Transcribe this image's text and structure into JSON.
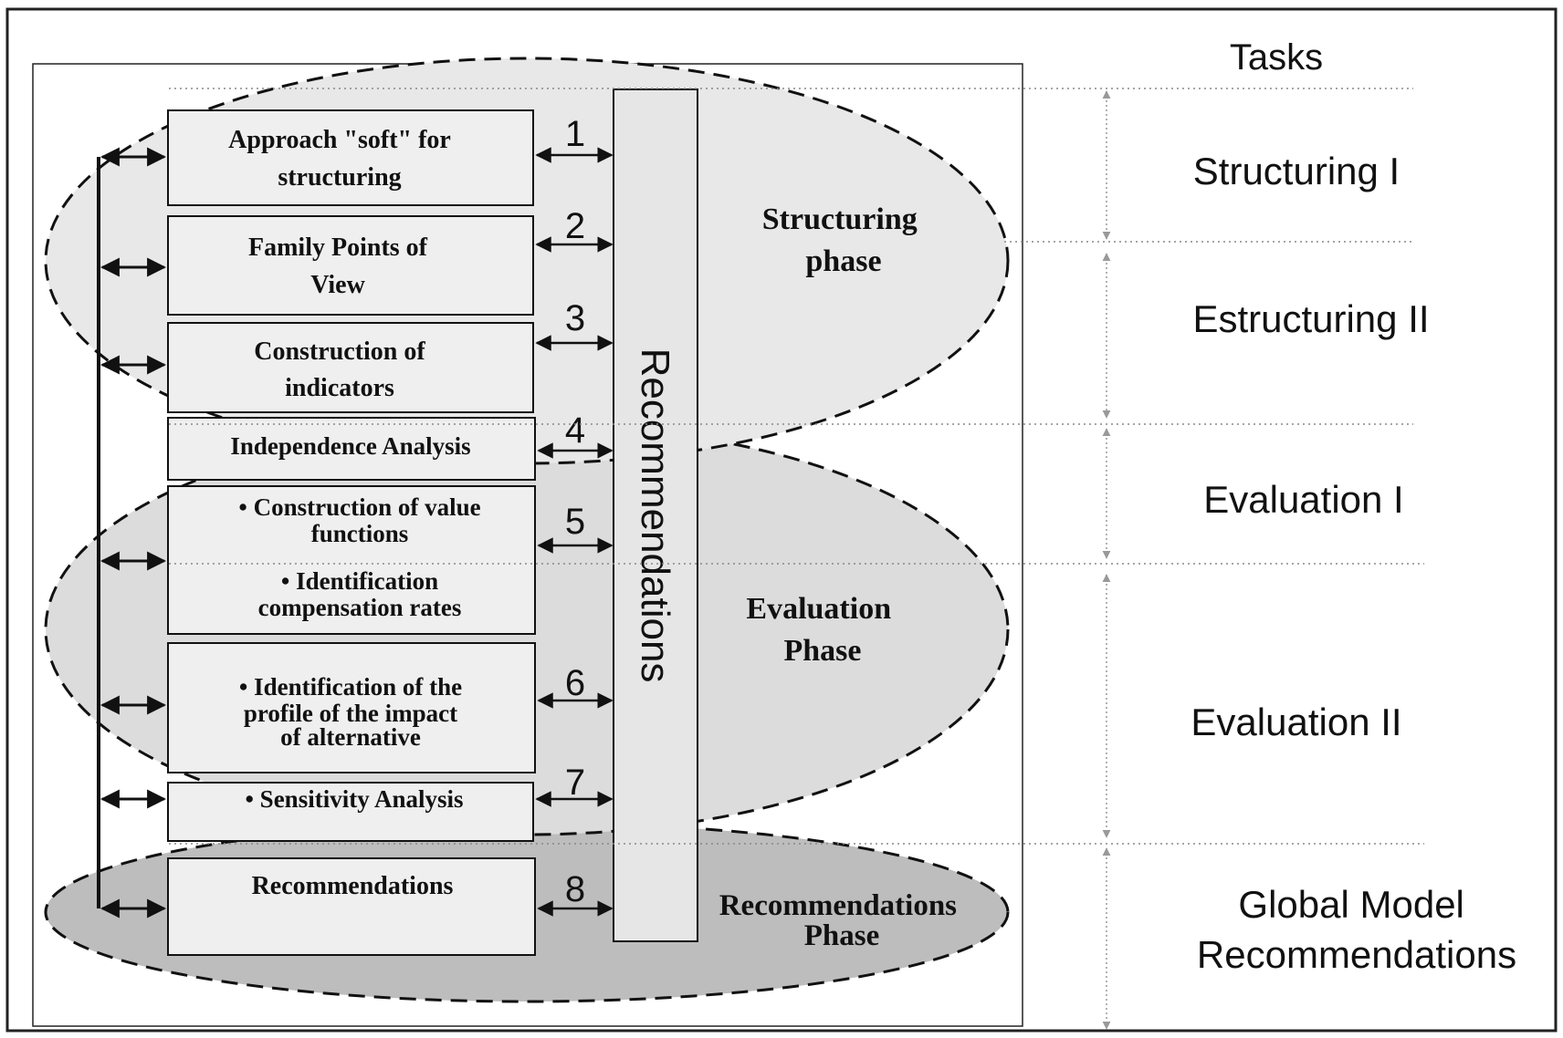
{
  "tasks_header": "Tasks",
  "tasks": [
    {
      "lines": [
        "Structuring I"
      ]
    },
    {
      "lines": [
        "Estructuring II"
      ]
    },
    {
      "lines": [
        "Evaluation I"
      ]
    },
    {
      "lines": [
        "Evaluation II"
      ]
    },
    {
      "lines": [
        "Global Model",
        "Recommendations"
      ]
    }
  ],
  "phases": [
    {
      "lines": [
        "Structuring",
        "phase"
      ]
    },
    {
      "lines": [
        "Evaluation",
        "Phase"
      ]
    },
    {
      "lines": [
        "Recommendations",
        "Phase"
      ]
    }
  ],
  "recommendations_bar": "Recommendations",
  "steps": [
    {
      "lines": [
        "Approach \"soft\" for",
        "structuring"
      ],
      "number": "1"
    },
    {
      "lines": [
        "Family Points of",
        "View"
      ],
      "number": "2"
    },
    {
      "lines": [
        "Construction of",
        "indicators"
      ],
      "number": "3"
    },
    {
      "lines": [
        "Independence Analysis"
      ],
      "number": "4"
    },
    {
      "lines": [
        "• Construction of value",
        "functions",
        "• Identification",
        "compensation rates"
      ],
      "number": "5"
    },
    {
      "lines": [
        "• Identification of the",
        "profile of the impact",
        "of alternative"
      ],
      "number": "6"
    },
    {
      "lines": [
        "• Sensitivity Analysis"
      ],
      "number": "7"
    },
    {
      "lines": [
        "Recommendations"
      ],
      "number": "8"
    }
  ],
  "colors": {
    "structuring_fill": "#e8e8e8",
    "evaluation_fill": "#dcdcdc",
    "recommendations_fill": "#bdbdbd",
    "box_fill": "#efefef",
    "bar_fill": "#e6e6e6"
  }
}
